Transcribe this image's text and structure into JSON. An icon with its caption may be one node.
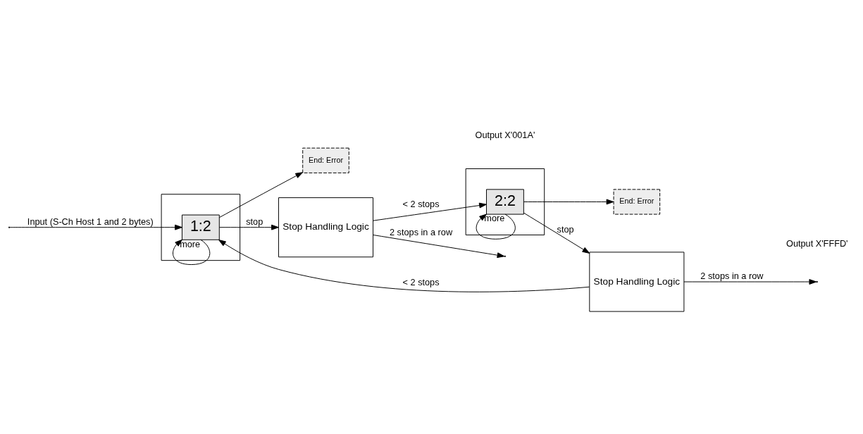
{
  "diagram": {
    "nodes": [
      {
        "text": [],
        "shape": "box"
      },
      {
        "text": [
          "1:2"
        ],
        "in": 0
      },
      {
        "text": [
          "End: Error"
        ]
      },
      {
        "text": [
          "Stop Handling Logic"
        ]
      },
      {
        "text": [],
        "shape": "box"
      },
      {
        "text": [
          "2:2"
        ],
        "in": 4
      },
      {
        "text": [
          "End: Error"
        ]
      },
      {
        "text": [
          "Stop Handling Logic"
        ]
      }
    ],
    "edges": [
      {
        "from": null,
        "to": 1,
        "arrow": "to",
        "label": "Input (S-Ch Host 1 and 2 bytes)"
      },
      {
        "from": 1,
        "to": 1,
        "arrow": "to",
        "label": "more"
      },
      {
        "from": 1,
        "to": 2,
        "arrow": "to"
      },
      {
        "from": 1,
        "to": 3,
        "arrow": "to",
        "label": "stop"
      },
      {
        "from": 3,
        "to": null,
        "arrow": "to",
        "label": "2 stops in a row"
      },
      {
        "from": 3,
        "to": 5,
        "arrow": "to",
        "label": "< 2 stops"
      },
      {
        "from": 5,
        "to": 5,
        "arrow": "to",
        "label": "more"
      },
      {
        "from": 5,
        "to": 6,
        "arrow": "to"
      },
      {
        "from": 5,
        "to": 7,
        "arrow": "to",
        "label": "stop"
      },
      {
        "from": 7,
        "to": null,
        "arrow": "to",
        "label": "2 stops in a row"
      },
      {
        "from": 7,
        "to": 1,
        "arrow": "to",
        "label": "< 2 stops"
      }
    ],
    "labels": [
      "Output X'001A'",
      "Output X'FFFD'"
    ]
  }
}
